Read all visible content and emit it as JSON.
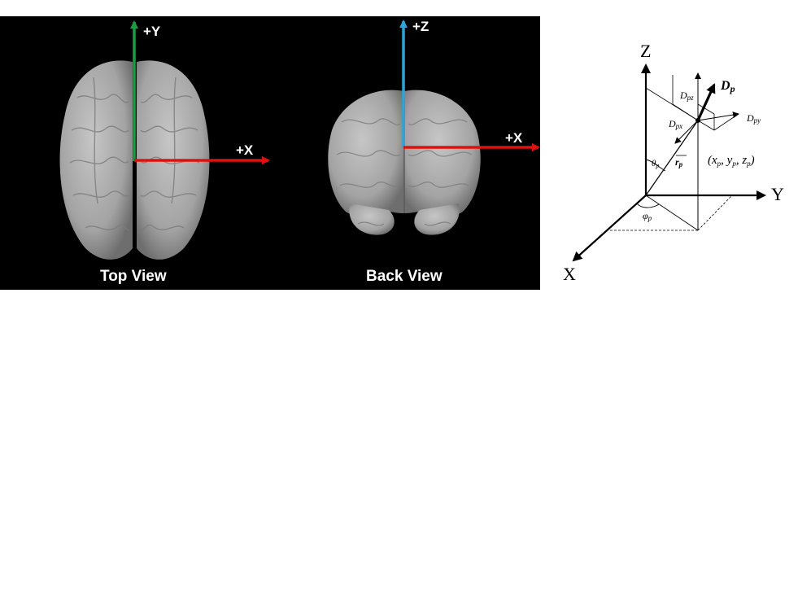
{
  "left_figure": {
    "top_view": {
      "label": "Top View",
      "axis_y_label": "+Y",
      "axis_x_label": "+X"
    },
    "back_view": {
      "label": "Back View",
      "axis_z_label": "+Z",
      "axis_x_label": "+X"
    },
    "colors": {
      "background": "#000000",
      "brain": "#a8a8a8",
      "y_axis": "#1f9a45",
      "x_axis": "#e01010",
      "z_axis": "#2ea3d8",
      "label_text": "#ffffff"
    }
  },
  "right_figure": {
    "axis_z": "Z",
    "axis_y": "Y",
    "axis_x": "X",
    "dipole": "D",
    "dipole_sub": "p",
    "component_z": "D",
    "component_z_sub": "pz",
    "component_y": "D",
    "component_y_sub": "py",
    "component_x": "D",
    "component_x_sub": "px",
    "position_vector": "r",
    "position_vector_sub": "p",
    "theta": "θ",
    "theta_sub": "p",
    "phi": "φ",
    "phi_sub": "p",
    "point_open": "(x",
    "point_y": ", y",
    "point_z": ", z",
    "point_sub": "p",
    "point_close": ")",
    "point_comma": ","
  }
}
